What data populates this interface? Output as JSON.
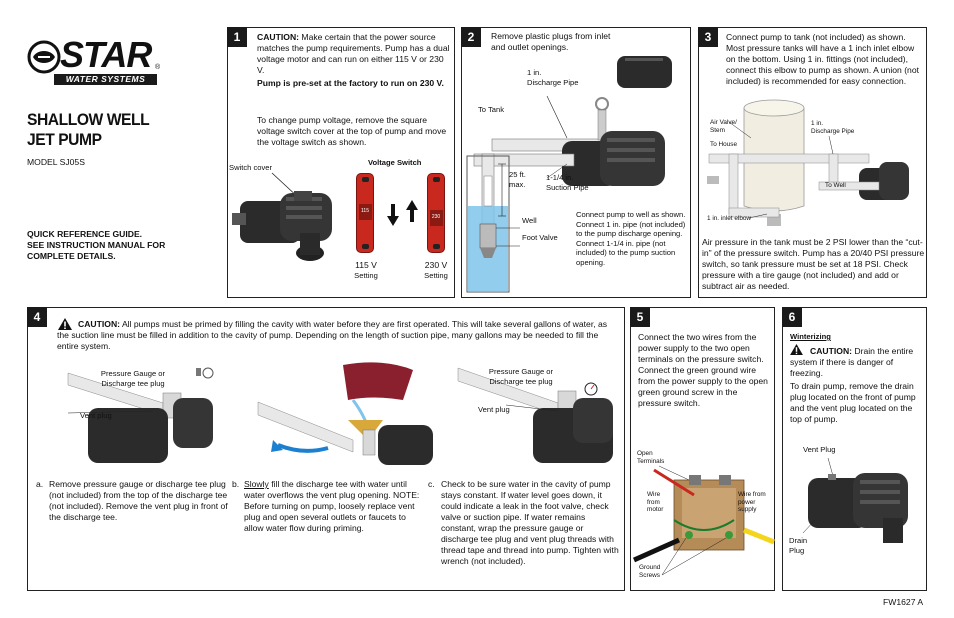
{
  "brand": {
    "name": "STAR",
    "tagline": "WATER SYSTEMS",
    "registered": "®"
  },
  "title": {
    "line1": "SHALLOW WELL",
    "line2": "JET PUMP"
  },
  "model": "MODEL SJ05S",
  "quick_ref": {
    "line1": "QUICK REFERENCE GUIDE.",
    "line2": "SEE INSTRUCTION MANUAL FOR",
    "line3": "COMPLETE DETAILS."
  },
  "step1": {
    "number": "1",
    "caution_label": "CAUTION:",
    "caution_text": "Make certain that the power source matches the pump requirements. Pump has a dual voltage motor and can run on either 115 V or 230 V.",
    "preset": "Pump is pre-set at the factory to run on 230 V.",
    "change": "To change pump voltage, remove the square voltage switch cover at the top of pump and move the voltage switch as shown.",
    "switch_cover": "Switch cover",
    "voltage_switch": "Voltage Switch",
    "v115": "115 V",
    "v230": "230 V",
    "setting": "Setting",
    "switch_115": "115",
    "switch_230": "230"
  },
  "step2": {
    "number": "2",
    "remove_plugs": "Remove plastic plugs from inlet and outlet openings.",
    "discharge_l1": "1 in.",
    "discharge_l2": "Discharge Pipe",
    "to_tank": "To Tank",
    "depth_l1": "25 ft.",
    "depth_l2": "max.",
    "suction_l1": "1-1/4 in.",
    "suction_l2": "Suction Pipe",
    "well": "Well",
    "foot_valve": "Foot Valve",
    "connect": "Connect pump to well as shown. Connect 1 in. pipe (not included) to the pump discharge opening. Connect 1-1/4 in. pipe (not included) to the pump suction opening."
  },
  "step3": {
    "number": "3",
    "text": "Connect pump to tank (not included) as shown. Most pressure tanks will have a 1 inch inlet elbow on the bottom. Using 1 in. fittings (not included), connect this elbow to pump as shown. A union (not included) is recommended for easy connection.",
    "air_valve_l1": "Air Valve/",
    "air_valve_l2": "Stem",
    "discharge_l1": "1 in.",
    "discharge_l2": "Discharge Pipe",
    "to_house": "To House",
    "to_well": "To Well",
    "inlet_elbow": "1 in. inlet elbow",
    "air_text": "Air pressure in the tank must be 2 PSI lower than the “cut-in” of the pressure switch. Pump has a 20/40 PSI pressure switch, so tank pressure must be set at 18 PSI. Check pressure with a tire gauge (not included) and add or subtract air as needed."
  },
  "step4": {
    "number": "4",
    "caution_label": "CAUTION:",
    "caution_text": "All pumps must be primed by filling the cavity with water before they are first operated. This will take several gallons of water, as the suction line must be filled in addition to the cavity of pump. Depending on the length of suction pipe, many gallons may be needed to fill the entire system.",
    "gauge_l1": "Pressure Gauge or",
    "gauge_l2": "Discharge tee plug",
    "vent_plug": "Vent plug",
    "a_letter": "a.",
    "a_text": "Remove pressure gauge or discharge tee plug (not included) from the top of the discharge tee (not included). Remove the vent plug in front of the discharge tee.",
    "b_letter": "b.",
    "b_slowly": "Slowly",
    "b_text": " fill the discharge tee with water until water overflows the vent plug opening. NOTE: Before turning on pump, loosely replace vent plug and open several outlets or faucets to allow water flow during priming.",
    "c_letter": "c.",
    "c_text": "Check to be sure water in the cavity of pump stays constant. If water level goes down, it could indicate a leak in the foot valve, check valve or suction pipe. If water remains constant, wrap the pressure gauge or discharge tee plug and vent plug threads with thread tape and thread into pump. Tighten with wrench (not included)."
  },
  "step5": {
    "number": "5",
    "text": "Connect the two wires from the power supply to the two open terminals on the pressure switch. Connect the green ground wire from the power supply to the open green ground screw in the pressure switch.",
    "open_l1": "Open",
    "open_l2": "Terminals",
    "motor_l1": "Wire",
    "motor_l2": "from",
    "motor_l3": "motor",
    "power_l1": "Wire from",
    "power_l2": "power",
    "power_l3": "supply",
    "ground_l1": "Ground",
    "ground_l2": "Screws"
  },
  "step6": {
    "number": "6",
    "heading": "Winterizing",
    "caution_label": "CAUTION:",
    "caution_text": "Drain the entire system if there is danger of freezing.",
    "drain_text": "To drain pump, remove the drain plug located on the front of pump and the vent plug located on the top of pump.",
    "vent_plug": "Vent Plug",
    "drain_l1": "Drain",
    "drain_l2": "Plug"
  },
  "footer_code": "FW1627 A",
  "colors": {
    "ink": "#1a1a1a",
    "pump": "#2b2b2b",
    "switch_red": "#c8281e",
    "water": "#7fc4ea",
    "brand_bar": "#1a1a1a"
  }
}
